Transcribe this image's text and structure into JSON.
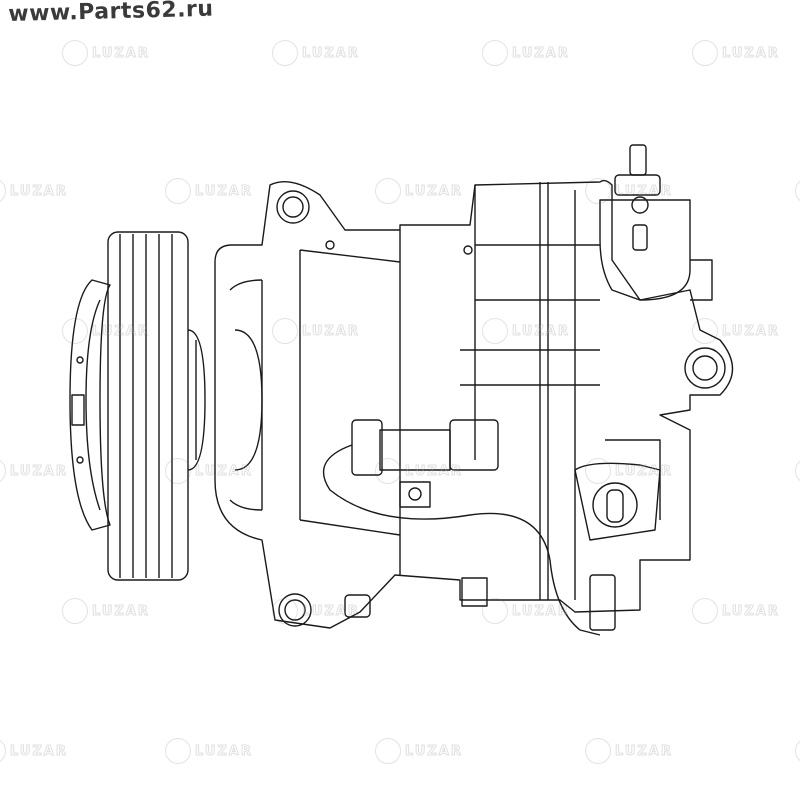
{
  "site_watermark": "www.Parts62.ru",
  "brand_watermark": "LUZAR",
  "subject": "compressor-line-drawing",
  "colors": {
    "line": "#1a1a1a",
    "watermark": "#999999",
    "site_text": "#3a3a3a"
  }
}
